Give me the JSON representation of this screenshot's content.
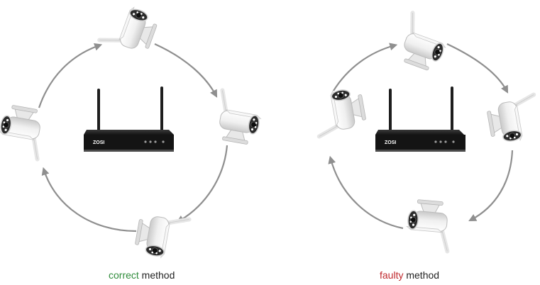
{
  "brand": "ZOSI",
  "colors": {
    "correct_accent": "#2e8b3a",
    "faulty_accent": "#c0282d",
    "arrow": "#8f8f8f",
    "device": "#1a1a1a"
  },
  "panels": [
    {
      "id": "correct",
      "caption_accent": "correct",
      "caption_rest": " method",
      "camera_orientation": "antennas point along the direction of travel (consistent)"
    },
    {
      "id": "faulty",
      "caption_accent": "faulty",
      "caption_rest": " method",
      "camera_orientation": "antennas point in inconsistent directions"
    }
  ]
}
